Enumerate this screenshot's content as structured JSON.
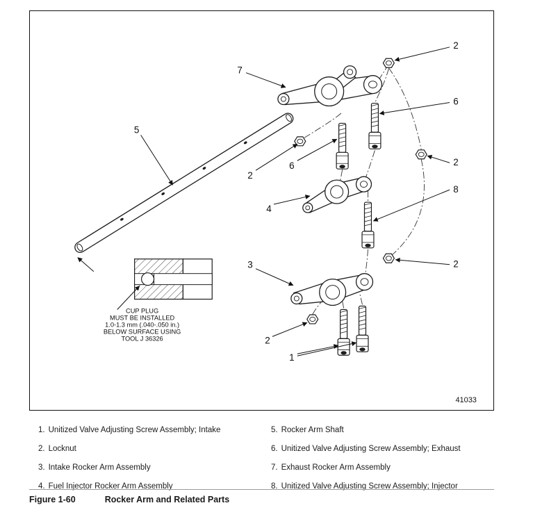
{
  "frame": {
    "drawing_number": "41033"
  },
  "callouts": {
    "exhaust_rocker": "7",
    "locknut_top": "2",
    "screw_exhaust_right": "6",
    "locknut_right_upper": "2",
    "screw_exhaust_left": "6",
    "locknut_left": "2",
    "screw_injector": "8",
    "shaft": "5",
    "injector_rocker": "4",
    "locknut_right_lower": "2",
    "intake_rocker": "3",
    "locknut_bottom": "2",
    "screw_intake": "1"
  },
  "cup_plug_note": {
    "line1": "CUP PLUG",
    "line2": "MUST BE INSTALLED",
    "line3": "1.0-1.3 mm (.040-.050 in.)",
    "line4": "BELOW SURFACE USING",
    "line5": "TOOL J 36326"
  },
  "legend": {
    "left": [
      {
        "num": "1.",
        "text": "Unitized Valve Adjusting Screw Assembly; Intake"
      },
      {
        "num": "2.",
        "text": "Locknut"
      },
      {
        "num": "3.",
        "text": "Intake Rocker Arm Assembly"
      },
      {
        "num": "4.",
        "text": "Fuel Injector Rocker Arm Assembly"
      }
    ],
    "right": [
      {
        "num": "5.",
        "text": "Rocker Arm Shaft"
      },
      {
        "num": "6.",
        "text": "Unitized Valve Adjusting Screw Assembly; Exhaust"
      },
      {
        "num": "7.",
        "text": "Exhaust Rocker Arm Assembly"
      },
      {
        "num": "8.",
        "text": "Unitized Valve Adjusting Screw Assembly; Injector"
      }
    ]
  },
  "caption": {
    "figure_number": "Figure 1-60",
    "title": "Rocker Arm and Related Parts"
  }
}
